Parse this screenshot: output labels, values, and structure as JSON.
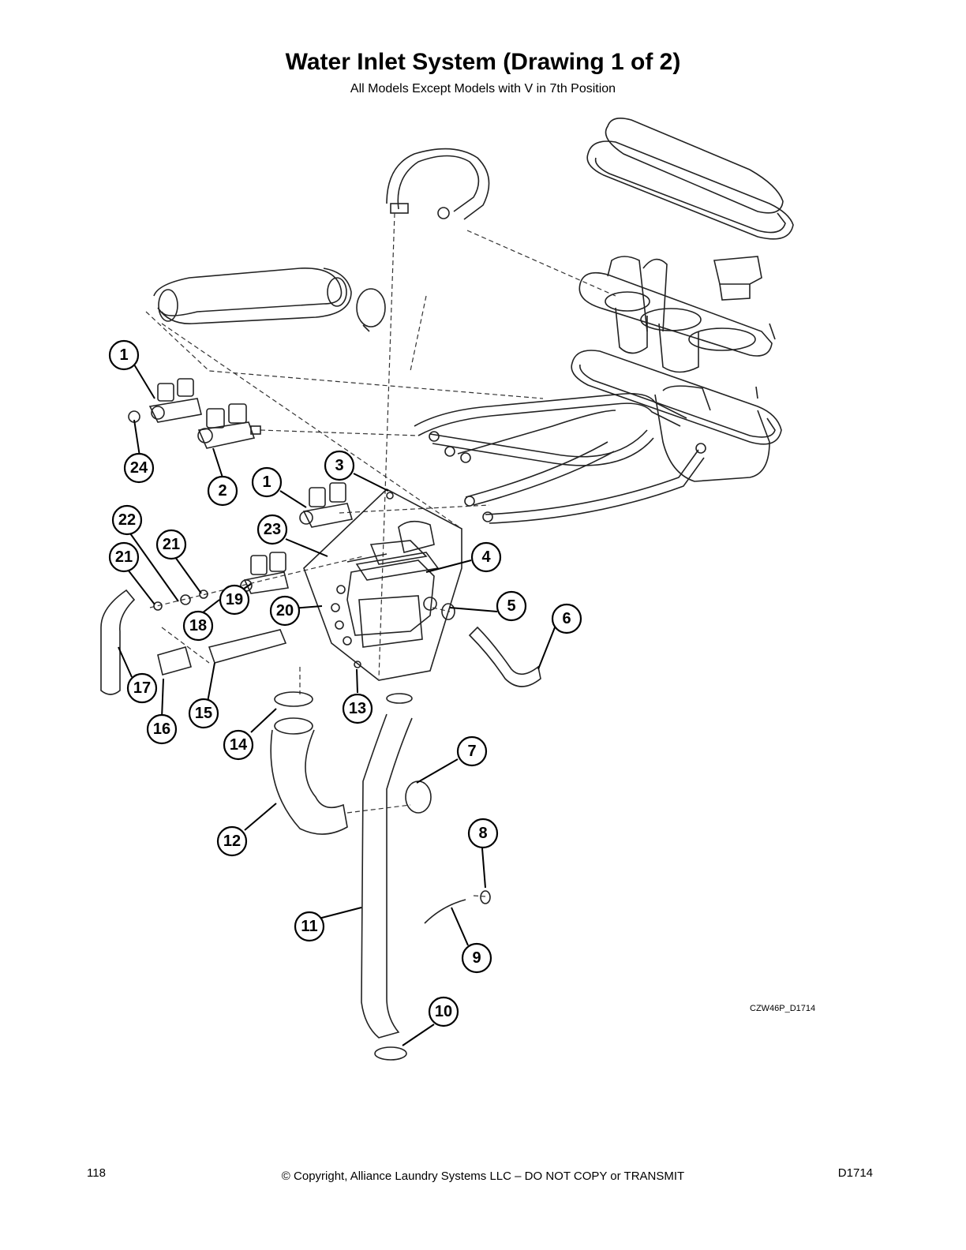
{
  "title": "Water Inlet System (Drawing 1 of 2)",
  "subtitle": "All Models Except Models with V in 7th Position",
  "drawing_code": "CZW46P_D1714",
  "footer": {
    "page_number": "118",
    "copyright": "© Copyright, Alliance Laundry Systems LLC – DO NOT COPY or TRANSMIT",
    "document_code": "D1714"
  },
  "callouts": [
    "1",
    "2",
    "3",
    "1",
    "4",
    "5",
    "6",
    "7",
    "8",
    "9",
    "10",
    "11",
    "12",
    "13",
    "14",
    "15",
    "16",
    "17",
    "18",
    "19",
    "20",
    "21",
    "21",
    "22",
    "23",
    "24"
  ]
}
